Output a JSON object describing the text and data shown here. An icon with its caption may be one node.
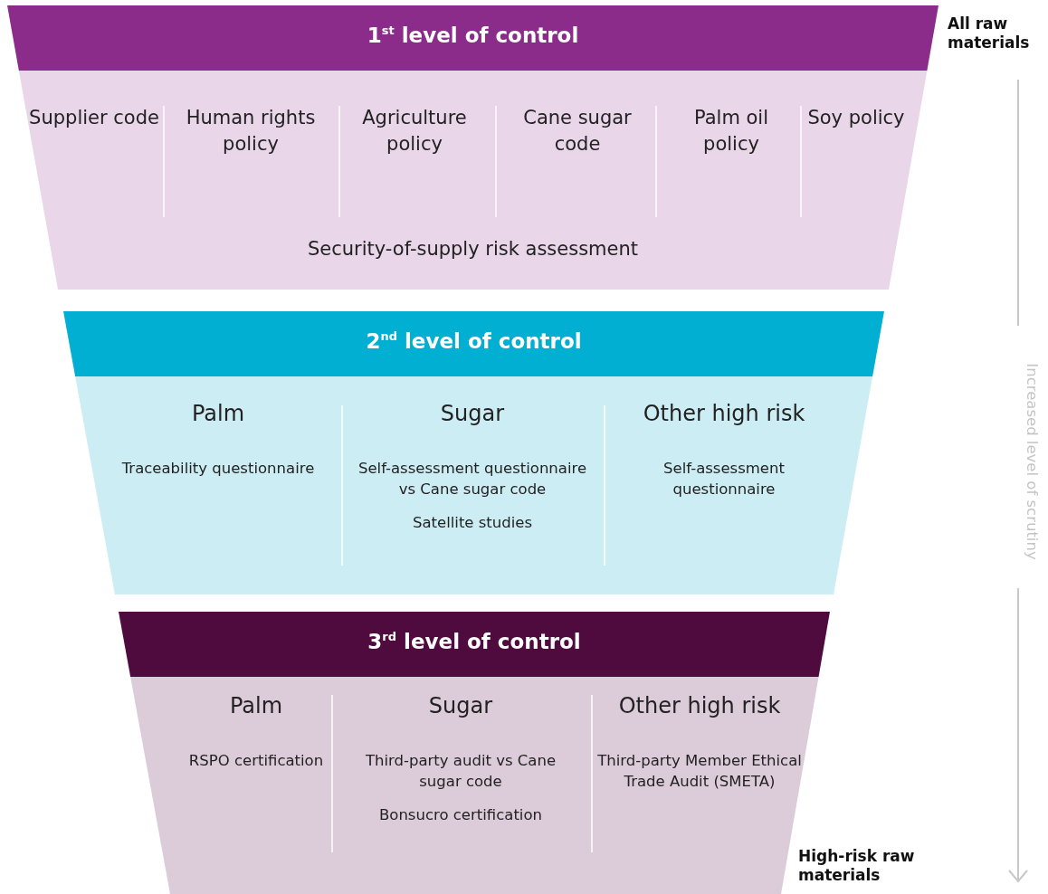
{
  "diagram": {
    "nodes": [
      {
        "text": [
          "1$^{st}$ level of control",
          "Security-of-supply risk assessment"
        ]
      },
      {
        "text": [
          "Supplier code"
        ],
        "in": 0
      },
      {
        "text": [
          "Human rights policy"
        ],
        "in": 0
      },
      {
        "text": [
          "Agriculture policy"
        ],
        "in": 0
      },
      {
        "text": [
          "Cane sugar code"
        ],
        "in": 0
      },
      {
        "text": [
          "Palm oil policy"
        ],
        "in": 0
      },
      {
        "text": [
          "Soy policy"
        ],
        "in": 0
      },
      {
        "text": [
          "2$^{nd}$ level of control"
        ]
      },
      {
        "text": [
          "Palm",
          "Traceability questionnaire"
        ],
        "in": 7
      },
      {
        "text": [
          "Sugar",
          "Self-assessment questionnaire vs Cane sugar code",
          "Satellite studies"
        ],
        "in": 7
      },
      {
        "text": [
          "Other high risk",
          "Self-assessment questionnaire"
        ],
        "in": 7
      },
      {
        "text": [
          "3$^{rd}$ level of control"
        ]
      },
      {
        "text": [
          "Palm",
          "RSPO certification"
        ],
        "in": 11
      },
      {
        "text": [
          "Sugar",
          "Third-party audit vs Cane sugar code",
          "Bonsucro certification"
        ],
        "in": 11
      },
      {
        "text": [
          "Other high risk",
          "Third-party Member Ethical Trade Audit (SMETA)"
        ],
        "in": 11
      }
    ],
    "edges": [],
    "labels": [
      "All raw materials",
      "Increased level of scrutiny",
      "High-risk raw materials"
    ]
  }
}
